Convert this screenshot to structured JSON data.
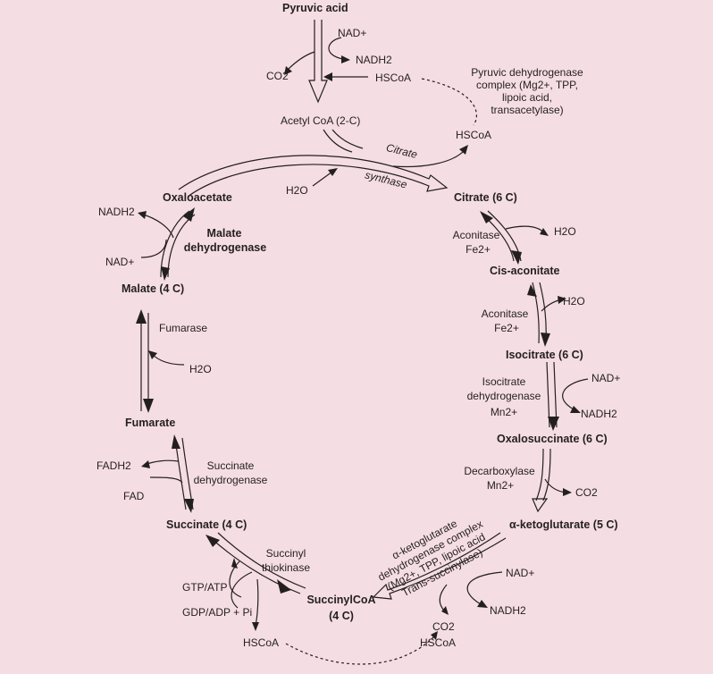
{
  "title": "Pyruvic acid",
  "nad_plus_1": "NAD+",
  "co2_1": "CO2",
  "nadh2_1": "NADH2",
  "hscoa_1": "HSCoA",
  "pdh_complex": "Pyruvic dehydrogenase complex (Mg2+, TPP, lipoic acid, transacetylase)",
  "acetyl_coa": "Acetyl CoA (2-C)",
  "hscoa_2": "HSCoA",
  "citrate_label": "Citrate",
  "synthase_label": "synthase",
  "h2o_1": "H2O",
  "oxaloacetate": "Oxaloacetate",
  "citrate": "Citrate (6 C)",
  "nadh2_2": "NADH2",
  "nad_plus_2": "NAD+",
  "malate_dh_1": "Malate",
  "malate_dh_2": "dehydrogenase",
  "aconitase_1": "Aconitase",
  "fe_1": "Fe2+",
  "h2o_2": "H2O",
  "cis_aconitate": "Cis-aconitate",
  "malate": "Malate (4 C)",
  "h2o_3": "H2O",
  "aconitase_2": "Aconitase",
  "fe_2": "Fe2+",
  "fumarase": "Fumarase",
  "isocitrate": "Isocitrate (6 C)",
  "h2o_4": "H2O",
  "nad_plus_3": "NAD+",
  "icdh_1": "Isocitrate",
  "icdh_2": "dehydrogenase",
  "mn_1": "Mn2+",
  "nadh2_3": "NADH2",
  "fumarate": "Fumarate",
  "oxalosuccinate": "Oxalosuccinate (6 C)",
  "fadh2": "FADH2",
  "succ_dh_1": "Succinate",
  "succ_dh_2": "dehydrogenase",
  "decarboxylase": "Decarboxylase",
  "mn_2": "Mn2+",
  "fad": "FAD",
  "co2_2": "CO2",
  "succinate": "Succinate (4 C)",
  "akg": "α-ketoglutarate (5 C)",
  "akgdh_complex": "α-ketoglutarate dehydrogenase complex (Mg2+, TPP, lipoic acid Trans-succinylase)",
  "succinyl_1": "Succinyl",
  "succinyl_2": "thiokinase",
  "nad_plus_4": "NAD+",
  "gtp_atp": "GTP/ATP",
  "succinyl_coa_1": "SuccinylCoA",
  "succinyl_coa_2": "(4 C)",
  "nadh2_4": "NADH2",
  "gdp_adp": "GDP/ADP + Pi",
  "co2_3": "CO2",
  "hscoa_3": "HSCoA",
  "hscoa_4": "HSCoA",
  "colors": {
    "background": "#f5dde4",
    "ink": "#231f20"
  }
}
